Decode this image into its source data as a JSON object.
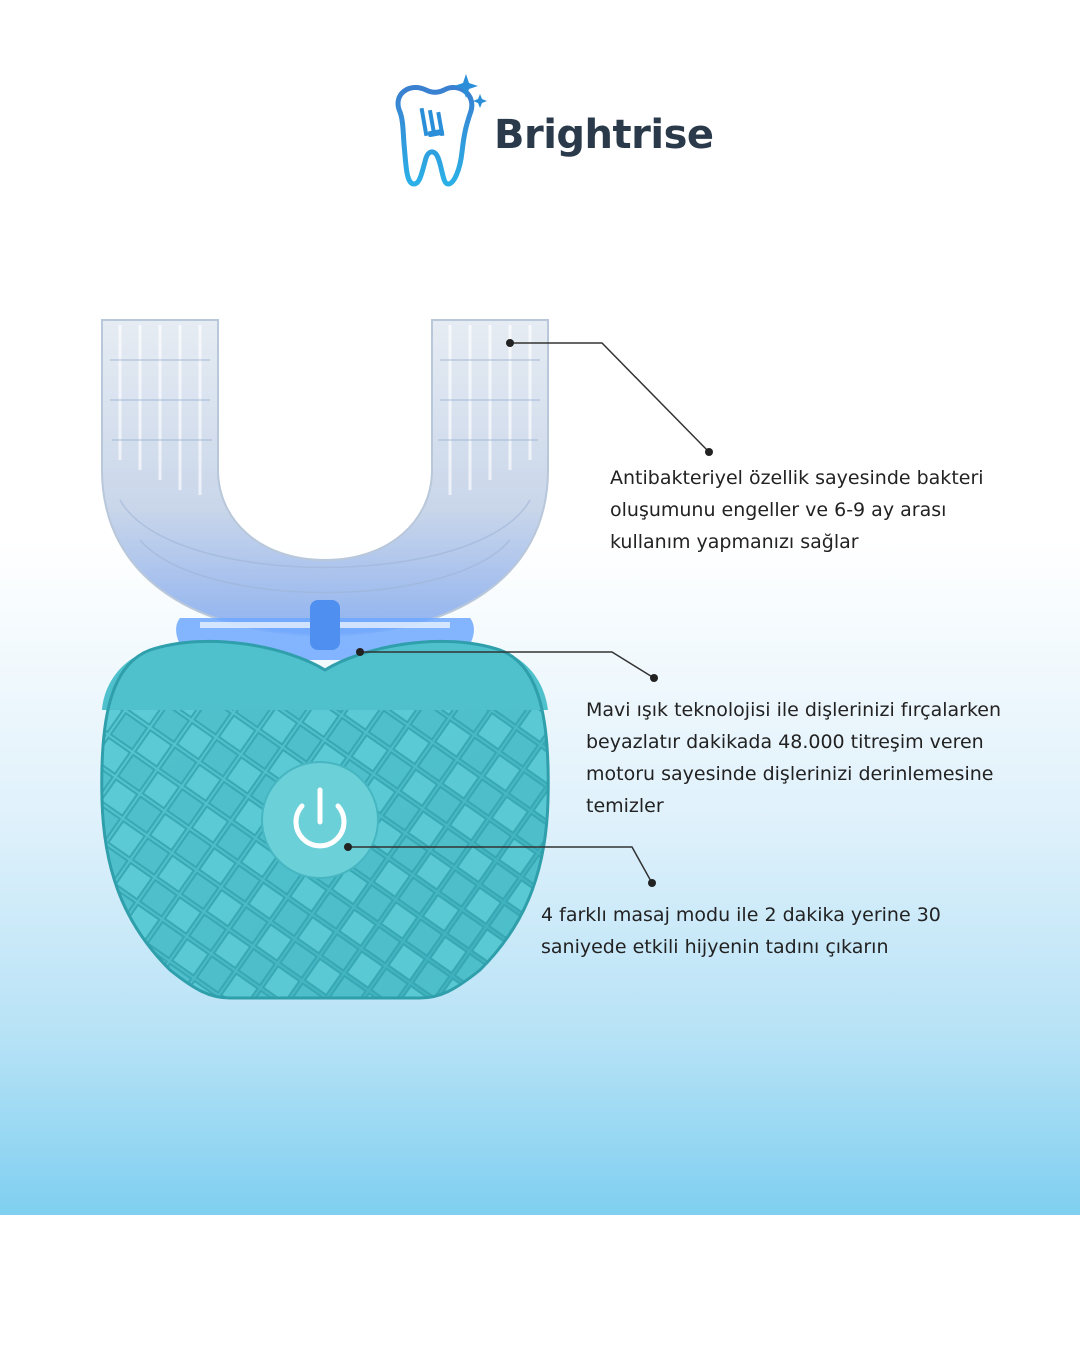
{
  "brand": {
    "name": "Brightrise",
    "logo_icon": "tooth-brush-sparkle-icon",
    "text_color": "#2b3a4a",
    "icon_color": "#2a8fd8"
  },
  "product": {
    "power_icon": "power-icon",
    "body_color": "#46bcc8",
    "brush_light_color": "#6fa8ff"
  },
  "callouts": [
    {
      "lines": [
        "Antibakteriyel özellik sayesinde bakteri",
        "oluşumunu engeller ve 6-9 ay arası",
        "kullanım yapmanızı sağlar"
      ]
    },
    {
      "lines": [
        "Mavi ışık teknolojisi ile dişlerinizi fırçalarken",
        "beyazlatır dakikada 48.000 titreşim veren",
        "motoru sayesinde dişlerinizi derinlemesine",
        "temizler"
      ]
    },
    {
      "lines": [
        "4 farklı masaj modu ile 2 dakika yerine 30",
        "saniyede etkili hijyenin tadını çıkarın"
      ]
    }
  ]
}
